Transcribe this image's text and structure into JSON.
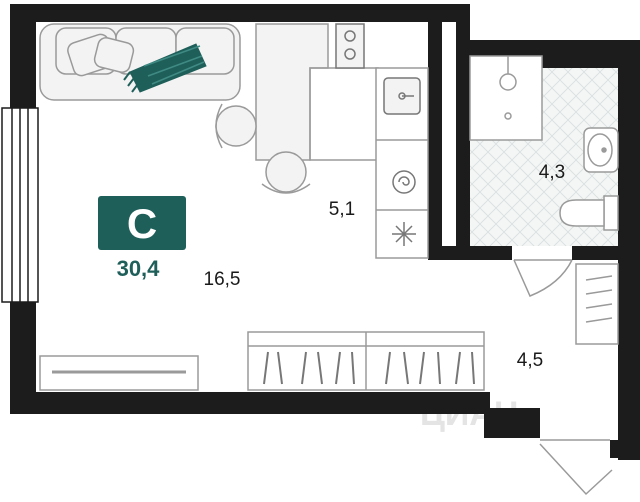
{
  "plan": {
    "type_letter": "С",
    "total_area": "30,4",
    "rooms": {
      "living": "16,5",
      "kitchen": "5,1",
      "bathroom": "4,3",
      "hallway": "4,5"
    },
    "colors": {
      "wall": "#1c1c1c",
      "accent": "#1f5f5a",
      "furniture_fill": "#f3f3f3",
      "furniture_stroke": "#9a9a9a",
      "tile": "#f1f4f4"
    }
  }
}
